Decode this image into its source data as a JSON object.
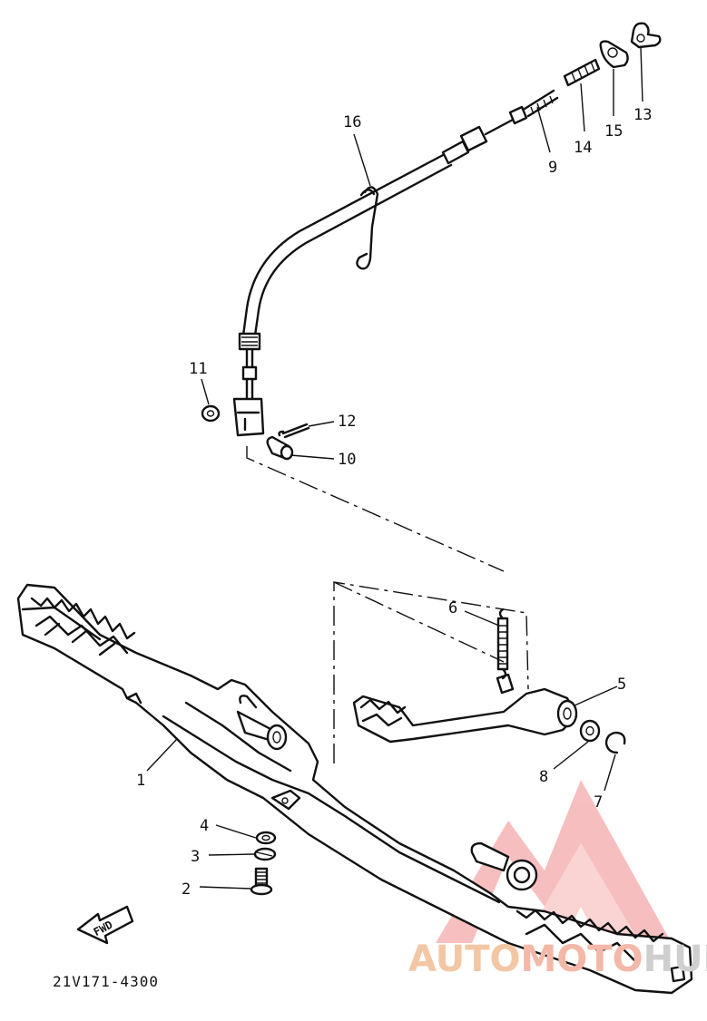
{
  "diagram": {
    "callouts": [
      "1",
      "2",
      "3",
      "4",
      "5",
      "6",
      "7",
      "8",
      "9",
      "10",
      "11",
      "12",
      "13",
      "14",
      "15",
      "16"
    ],
    "fwd_label": "FWD",
    "drawing_code": "21V171-4300"
  },
  "watermark": {
    "part1": "AUTO",
    "part2": "MOTO",
    "part3": "HUB",
    "color_red": "#e23b3b",
    "color_orange": "#f3c7a4"
  }
}
